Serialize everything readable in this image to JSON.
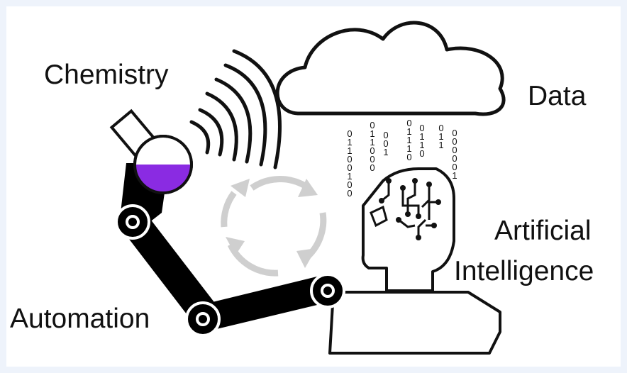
{
  "labels": {
    "chemistry": "Chemistry",
    "data": "Data",
    "ai_line1": "Artificial",
    "ai_line2": "Intelligence",
    "automation": "Automation"
  },
  "binary_columns": [
    "01100100",
    "011000",
    "001",
    "01110",
    "0110",
    "011",
    "000001"
  ],
  "colors": {
    "background": "#eef3fb",
    "liquid": "#8a2be2",
    "cycle_arrows": "#cfcfcf",
    "robot_arm": "#000000"
  }
}
